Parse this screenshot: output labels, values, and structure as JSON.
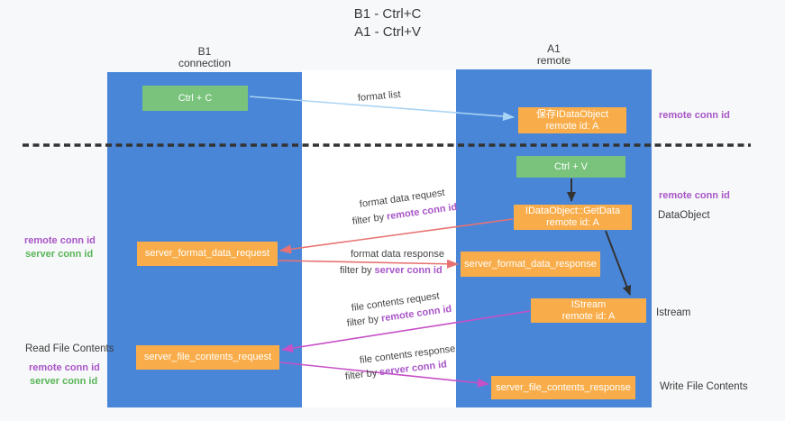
{
  "title": {
    "line1": "B1 - Ctrl+C",
    "line2": "A1 - Ctrl+V"
  },
  "columns": {
    "left": {
      "header_line1": "B1",
      "header_line2": "connection"
    },
    "right": {
      "header_line1": "A1",
      "header_line2": "remote"
    }
  },
  "boxes": {
    "ctrl_c": "Ctrl + C",
    "ctrl_v": "Ctrl + V",
    "save_dataobject": {
      "line1": "保存IDataObject",
      "line2": "remote id: A"
    },
    "getdata": {
      "line1": "IDataObject::GetData",
      "line2": "remote id: A"
    },
    "istream": {
      "line1": "IStream",
      "line2": "remote id: A"
    },
    "format_request": "server_format_data_request",
    "format_response": "server_format_data_response",
    "file_request": "server_file_contents_request",
    "file_response": "server_file_contents_response"
  },
  "arrow_labels": {
    "format_list": "format list",
    "format_data_request": "format data request",
    "filter_remote_1": {
      "prefix": "filter by",
      "highlight": "remote conn id"
    },
    "format_data_response": "format data response",
    "filter_server_1": {
      "prefix": "filter by",
      "highlight": "server conn id"
    },
    "file_contents_request": "file contents request",
    "filter_remote_2": {
      "prefix": "filter by",
      "highlight": "remote conn id"
    },
    "file_contents_response": "file contents response",
    "filter_server_2": {
      "prefix": "filter by",
      "highlight": "server conn id"
    }
  },
  "side_labels": {
    "right_remote_1": "remote conn id",
    "right_remote_2": "remote conn id",
    "dataobject": "DataObject",
    "istream": "Istream",
    "write_file": "Write File Contents",
    "left_remote_1": "remote conn id",
    "left_server_1": "server conn id",
    "read_file": "Read File Contents",
    "left_remote_2": "remote conn id",
    "left_server_2": "server conn id"
  },
  "colors": {
    "column_blue": "#4a86d8",
    "box_orange": "#f9ad4a",
    "box_green": "#79c37c",
    "arrow_red": "#e87272",
    "arrow_magenta": "#c750c7",
    "arrow_light_blue": "#aad4f5",
    "text_purple": "#a855c8",
    "text_green": "#58b558",
    "dashed_separator": "#333333"
  }
}
